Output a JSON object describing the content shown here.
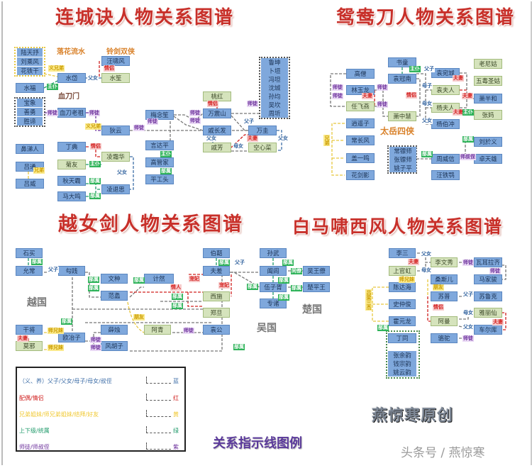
{
  "titles": {
    "lcj": "连城诀人物关系图谱",
    "yyd": "鸳鸯刀人物关系图谱",
    "yvj": "越女剑人物关系图谱",
    "bmx": "白马啸西风人物关系图谱"
  },
  "lcj": {
    "groups": [
      "落花流水",
      "铃剑双侠",
      "血刀门"
    ],
    "nodes": [
      "陆天抒",
      "刘乘风",
      "花铁干",
      "汪啸风",
      "水笙",
      "水岱",
      "水福",
      "宝象",
      "善勇",
      "胜谛",
      "血刀老祖",
      "狄云",
      "丁典",
      "凌霜华",
      "鼻涕人",
      "吕通",
      "吕威",
      "菊友",
      "秋天霸",
      "凌退思",
      "马大鸣",
      "梅念笙",
      "言达平",
      "高管家",
      "平工头",
      "桃红",
      "万震山",
      "戚长发",
      "戚芳",
      "万圭",
      "空心菜",
      "鲁坤",
      "卜垣",
      "冯坦",
      "沈城",
      "孙均",
      "吴坎",
      "周圻"
    ],
    "relations": [
      {
        "text": "义兄弟",
        "color": "yellow"
      },
      {
        "text": "情侣",
        "color": "red"
      },
      {
        "text": "父女",
        "color": "blue"
      },
      {
        "text": "主仆",
        "color": "green"
      },
      {
        "text": "师徒",
        "color": "purple"
      },
      {
        "text": "师徒",
        "color": "purple"
      },
      {
        "text": "义兄弟",
        "color": "yellow"
      },
      {
        "text": "师徒",
        "color": "purple"
      },
      {
        "text": "情侣",
        "color": "red"
      },
      {
        "text": "兄弟",
        "color": "yellow"
      },
      {
        "text": "主仆",
        "color": "green"
      },
      {
        "text": "父女",
        "color": "blue"
      },
      {
        "text": "部属",
        "color": "green"
      },
      {
        "text": "部属",
        "color": "green"
      },
      {
        "text": "师徒",
        "color": "purple"
      },
      {
        "text": "主仆",
        "color": "green"
      },
      {
        "text": "部属",
        "color": "green"
      },
      {
        "text": "情侣",
        "color": "red"
      },
      {
        "text": "师徒",
        "color": "purple"
      },
      {
        "text": "师徒",
        "color": "purple"
      },
      {
        "text": "父子",
        "color": "blue"
      },
      {
        "text": "父女",
        "color": "blue"
      },
      {
        "text": "母女",
        "color": "blue"
      },
      {
        "text": "夫妻",
        "color": "red"
      },
      {
        "text": "父女",
        "color": "blue"
      },
      {
        "text": "师徒",
        "color": "purple"
      }
    ]
  },
  "yyd": {
    "groups": [
      "太岳四侠"
    ],
    "nodes": [
      "高僧",
      "林玉龙",
      "任飞燕",
      "逍遥子",
      "常长风",
      "盖一鸣",
      "花剑影",
      "书童",
      "袁冠南",
      "萧中慧",
      "袁宛城",
      "袁夫人",
      "杨夫人",
      "杨伯冲",
      "老尼姑",
      "五毒圣姑",
      "萧半和",
      "张妈",
      "常镖师",
      "张镖师",
      "姚子平",
      "周威信",
      "刘於义",
      "卓天雄",
      "汪铁鹗"
    ],
    "relations": [
      {
        "text": "师徒",
        "color": "purple"
      },
      {
        "text": "师徒",
        "color": "purple"
      },
      {
        "text": "夫妻",
        "color": "red"
      },
      {
        "text": "师徒",
        "color": "purple"
      },
      {
        "text": "师徒",
        "color": "purple"
      },
      {
        "text": "情侣",
        "color": "red"
      },
      {
        "text": "主仆",
        "color": "green"
      },
      {
        "text": "父子",
        "color": "blue"
      },
      {
        "text": "夫妻",
        "color": "red"
      },
      {
        "text": "母子",
        "color": "blue"
      },
      {
        "text": "母女",
        "color": "blue"
      },
      {
        "text": "夫妻",
        "color": "red"
      },
      {
        "text": "父女",
        "color": "blue"
      },
      {
        "text": "夫妻",
        "color": "red"
      },
      {
        "text": "主仆",
        "color": "green"
      },
      {
        "text": "部属",
        "color": "green"
      },
      {
        "text": "部属",
        "color": "green"
      },
      {
        "text": "师叔侄",
        "color": "purple"
      },
      {
        "text": "兄弟",
        "color": "yellow"
      }
    ]
  },
  "yvj": {
    "countries": [
      "越国",
      "吴国",
      "楚国"
    ],
    "nodes": [
      "石买",
      "允常",
      "勾践",
      "文种",
      "范蠡",
      "计然",
      "干将",
      "莫邪",
      "欧冶子",
      "薛烛",
      "风胡子",
      "阿青",
      "伯嚭",
      "夫差",
      "西施",
      "郑旦",
      "袁公",
      "孙武",
      "阖闾",
      "伍子胥",
      "专诸",
      "吴王僚",
      "楚平王"
    ],
    "relations": [
      {
        "text": "部属",
        "color": "green"
      },
      {
        "text": "父子",
        "color": "blue"
      },
      {
        "text": "部属",
        "color": "green"
      },
      {
        "text": "部属",
        "color": "green"
      },
      {
        "text": "部属",
        "color": "green"
      },
      {
        "text": "情人",
        "color": "red"
      },
      {
        "text": "部属",
        "color": "green"
      },
      {
        "text": "部属",
        "color": "green"
      },
      {
        "text": "朋友",
        "color": "yellow"
      },
      {
        "text": "部属",
        "color": "green"
      },
      {
        "text": "师兄妹",
        "color": "yellow"
      },
      {
        "text": "夫妻",
        "color": "red"
      },
      {
        "text": "师兄妹",
        "color": "yellow"
      },
      {
        "text": "师徒",
        "color": "purple"
      },
      {
        "text": "师徒",
        "color": "purple"
      },
      {
        "text": "师徒",
        "color": "purple"
      },
      {
        "text": "部属",
        "color": "green"
      },
      {
        "text": "父子",
        "color": "blue"
      },
      {
        "text": "宠妃",
        "color": "red"
      },
      {
        "text": "宠妃",
        "color": "red"
      },
      {
        "text": "部属",
        "color": "green"
      },
      {
        "text": "部属",
        "color": "green"
      },
      {
        "text": "同僚",
        "color": "green"
      },
      {
        "text": "部属",
        "color": "green"
      },
      {
        "text": "部属",
        "color": "green"
      },
      {
        "text": "部属",
        "color": "green"
      },
      {
        "text": "部属",
        "color": "green"
      }
    ]
  },
  "bmx": {
    "nodes": [
      "李三",
      "上官虹",
      "陈达海",
      "史仲俊",
      "霍元龙",
      "丁同",
      "张余韵",
      "钱宗韵",
      "姚云韵",
      "李文秀",
      "桑斯儿",
      "苏普",
      "阿曼",
      "骆驼",
      "瓦耳拉齐",
      "马家骏",
      "苏鲁克",
      "雅丽仙",
      "车尔库"
    ],
    "relations": [
      {
        "text": "父女",
        "color": "blue"
      },
      {
        "text": "夫妻",
        "color": "red"
      },
      {
        "text": "母女",
        "color": "blue"
      },
      {
        "text": "师兄妹",
        "color": "yellow"
      },
      {
        "text": "朋友",
        "color": "yellow"
      },
      {
        "text": "师徒",
        "color": "purple"
      },
      {
        "text": "师徒",
        "color": "purple"
      },
      {
        "text": "父子",
        "color": "blue"
      },
      {
        "text": "情侣",
        "color": "red"
      },
      {
        "text": "母女",
        "color": "blue"
      },
      {
        "text": "夫妻",
        "color": "red"
      },
      {
        "text": "父女",
        "color": "blue"
      },
      {
        "text": "师徒",
        "color": "purple"
      },
      {
        "text": "部属",
        "color": "green"
      },
      {
        "text": "吕梁三杰",
        "color": "yellow"
      }
    ]
  },
  "legend": {
    "title": "关系指示线图例",
    "rows": [
      {
        "text": "（义、养）父子/父女/母子/母女/叔侄",
        "word": "蓝",
        "color": "#3f6fa8"
      },
      {
        "text": "配偶/情侣",
        "word": "红",
        "color": "#d0201f"
      },
      {
        "text": "兄弟姐妹/师兄弟姐妹/结拜/好友",
        "word": "黄",
        "color": "#f0d040"
      },
      {
        "text": "上下级/统属",
        "word": "绿",
        "color": "#1f9a6a"
      },
      {
        "text": "师徒/师叔侄",
        "word": "紫",
        "color": "#6b2f9b"
      }
    ]
  },
  "watermark": {
    "original": "燕惊寒原创",
    "source": "头条号 / 燕惊寒"
  }
}
